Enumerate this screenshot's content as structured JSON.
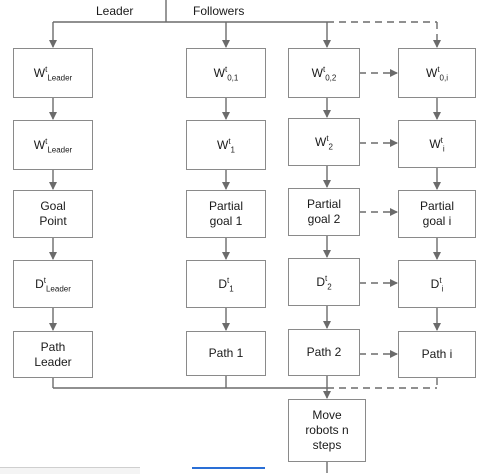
{
  "header": {
    "leader_label": "Leader",
    "followers_label": "Followers"
  },
  "boxes": {
    "leader_w1": {
      "base": "W",
      "sup": "t",
      "sub": "Leader"
    },
    "leader_w2": {
      "base": "W",
      "sup": "t",
      "sub": "Leader"
    },
    "leader_goal": {
      "line1": "Goal",
      "line2": "Point"
    },
    "leader_d": {
      "base": "D",
      "sup": "t",
      "sub": "Leader"
    },
    "leader_path": {
      "line1": "Path",
      "line2": "Leader"
    },
    "f1_w1": {
      "base": "W",
      "sup": "t",
      "sub": "0,1"
    },
    "f1_w2": {
      "base": "W",
      "sup": "t",
      "sub": "1"
    },
    "f1_goal": {
      "line1": "Partial",
      "line2": "goal 1"
    },
    "f1_d": {
      "base": "D",
      "sup": "t",
      "sub": "1"
    },
    "f1_path": {
      "line1": "Path 1"
    },
    "f2_w1": {
      "base": "W",
      "sup": "t",
      "sub": "0,2"
    },
    "f2_w2": {
      "base": "W",
      "sup": "t",
      "sub": "2"
    },
    "f2_goal": {
      "line1": "Partial",
      "line2": "goal 2"
    },
    "f2_d": {
      "base": "D",
      "sup": "t",
      "sub": "2"
    },
    "f2_path": {
      "line1": "Path 2"
    },
    "fi_w1": {
      "base": "W",
      "sup": "t",
      "sub": "0,i"
    },
    "fi_w2": {
      "base": "W",
      "sup": "t",
      "sub": "i"
    },
    "fi_goal": {
      "line1": "Partial",
      "line2": "goal i"
    },
    "fi_d": {
      "base": "D",
      "sup": "t",
      "sub": "i"
    },
    "fi_path": {
      "line1": "Path i"
    },
    "move": {
      "line1": "Move",
      "line2": "robots n",
      "line3": "steps"
    }
  }
}
